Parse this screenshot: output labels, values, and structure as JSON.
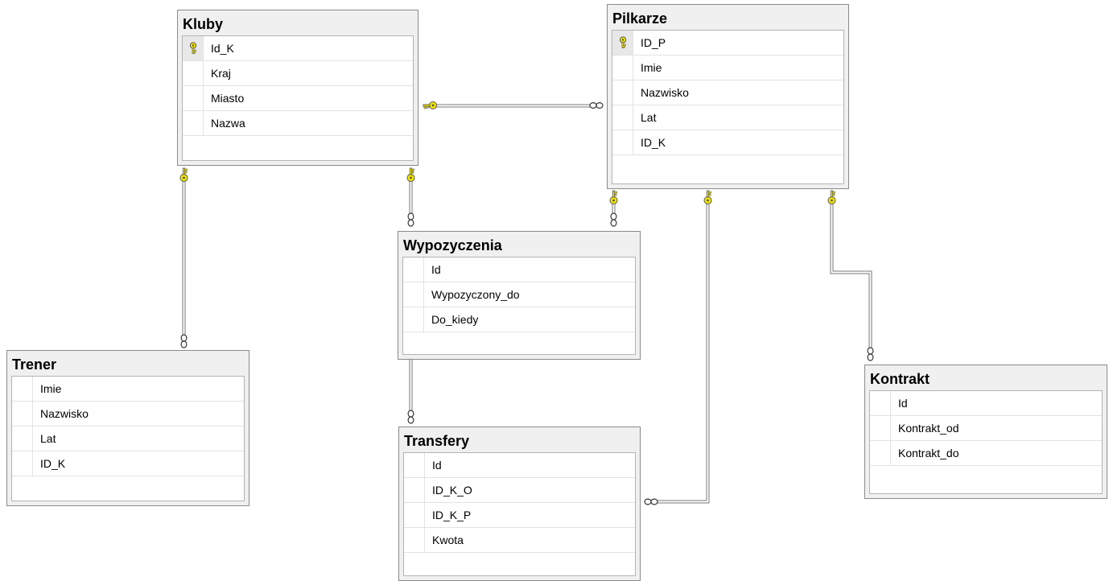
{
  "tables": {
    "kluby": {
      "title": "Kluby",
      "columns": [
        {
          "name": "Id_K",
          "key": true
        },
        {
          "name": "Kraj",
          "key": false
        },
        {
          "name": "Miasto",
          "key": false
        },
        {
          "name": "Nazwa",
          "key": false
        }
      ]
    },
    "pilkarze": {
      "title": "Pilkarze",
      "columns": [
        {
          "name": "ID_P",
          "key": true
        },
        {
          "name": "Imie",
          "key": false
        },
        {
          "name": "Nazwisko",
          "key": false
        },
        {
          "name": "Lat",
          "key": false
        },
        {
          "name": "ID_K",
          "key": false
        }
      ]
    },
    "wypozyczenia": {
      "title": "Wypozyczenia",
      "columns": [
        {
          "name": "Id",
          "key": false
        },
        {
          "name": "Wypozyczony_do",
          "key": false
        },
        {
          "name": "Do_kiedy",
          "key": false
        }
      ]
    },
    "trener": {
      "title": "Trener",
      "columns": [
        {
          "name": "Imie",
          "key": false
        },
        {
          "name": "Nazwisko",
          "key": false
        },
        {
          "name": "Lat",
          "key": false
        },
        {
          "name": "ID_K",
          "key": false
        }
      ]
    },
    "transfery": {
      "title": "Transfery",
      "columns": [
        {
          "name": "Id",
          "key": false
        },
        {
          "name": "ID_K_O",
          "key": false
        },
        {
          "name": "ID_K_P",
          "key": false
        },
        {
          "name": "Kwota",
          "key": false
        }
      ]
    },
    "kontrakt": {
      "title": "Kontrakt",
      "columns": [
        {
          "name": "Id",
          "key": false
        },
        {
          "name": "Kontrakt_od",
          "key": false
        },
        {
          "name": "Kontrakt_do",
          "key": false
        }
      ]
    }
  },
  "colors": {
    "key_icon": "#f2e600",
    "line": "#707070"
  },
  "icons": {
    "primary_key": "key-icon",
    "one_end": "key-endpoint-icon",
    "many_end": "infinity-endpoint-icon"
  }
}
